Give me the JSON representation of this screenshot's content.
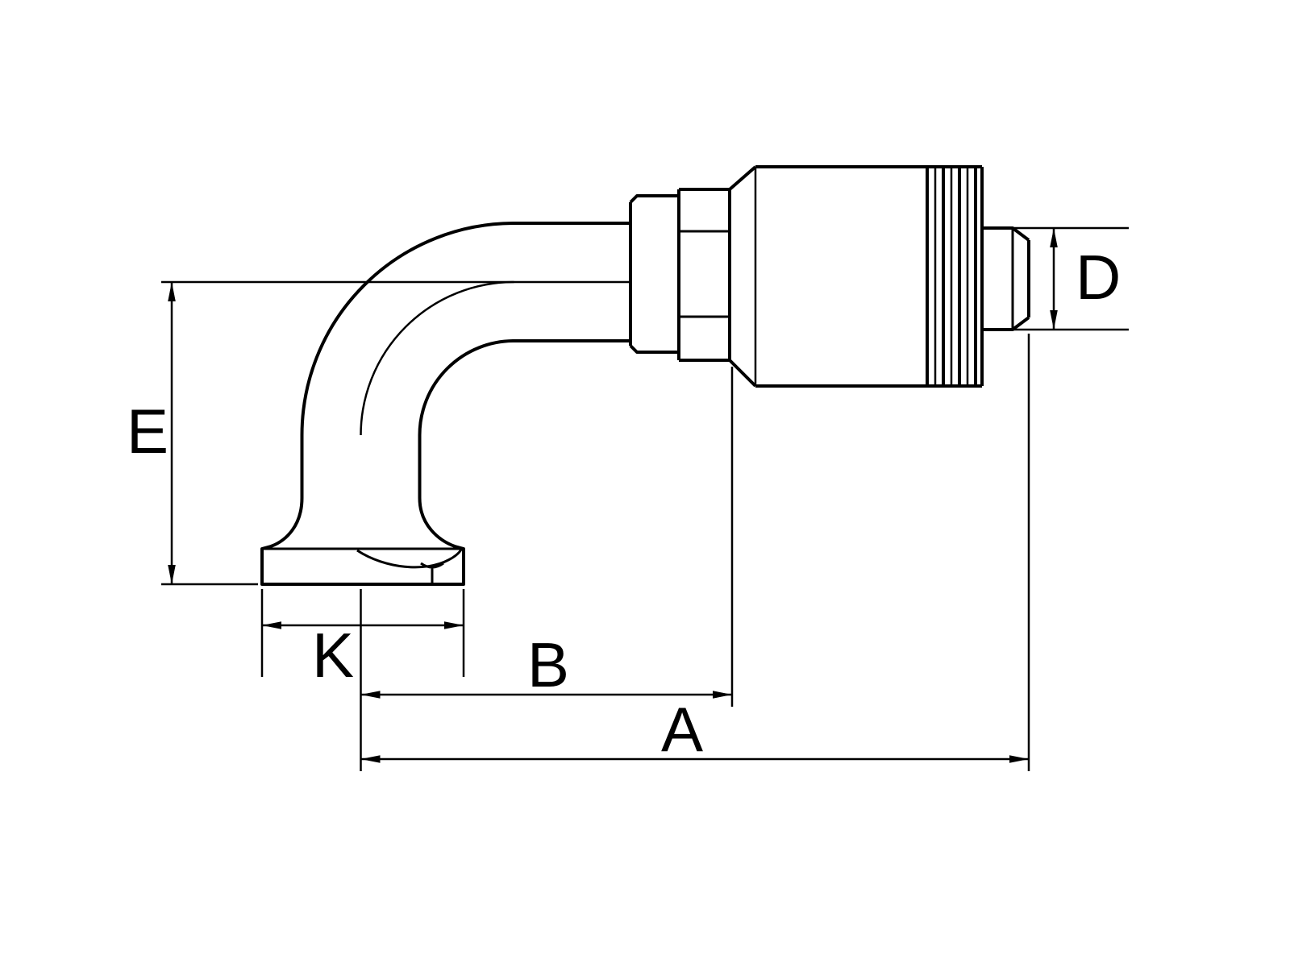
{
  "page": {
    "background": "#ffffff",
    "line_color": "#000000"
  },
  "drawing": {
    "kind": "technical-dimension-diagram",
    "subject": "90-degree flange elbow crimp hose fitting, side elevation",
    "labels": {
      "A": "A",
      "B": "B",
      "D": "D",
      "E": "E",
      "K": "K"
    }
  }
}
